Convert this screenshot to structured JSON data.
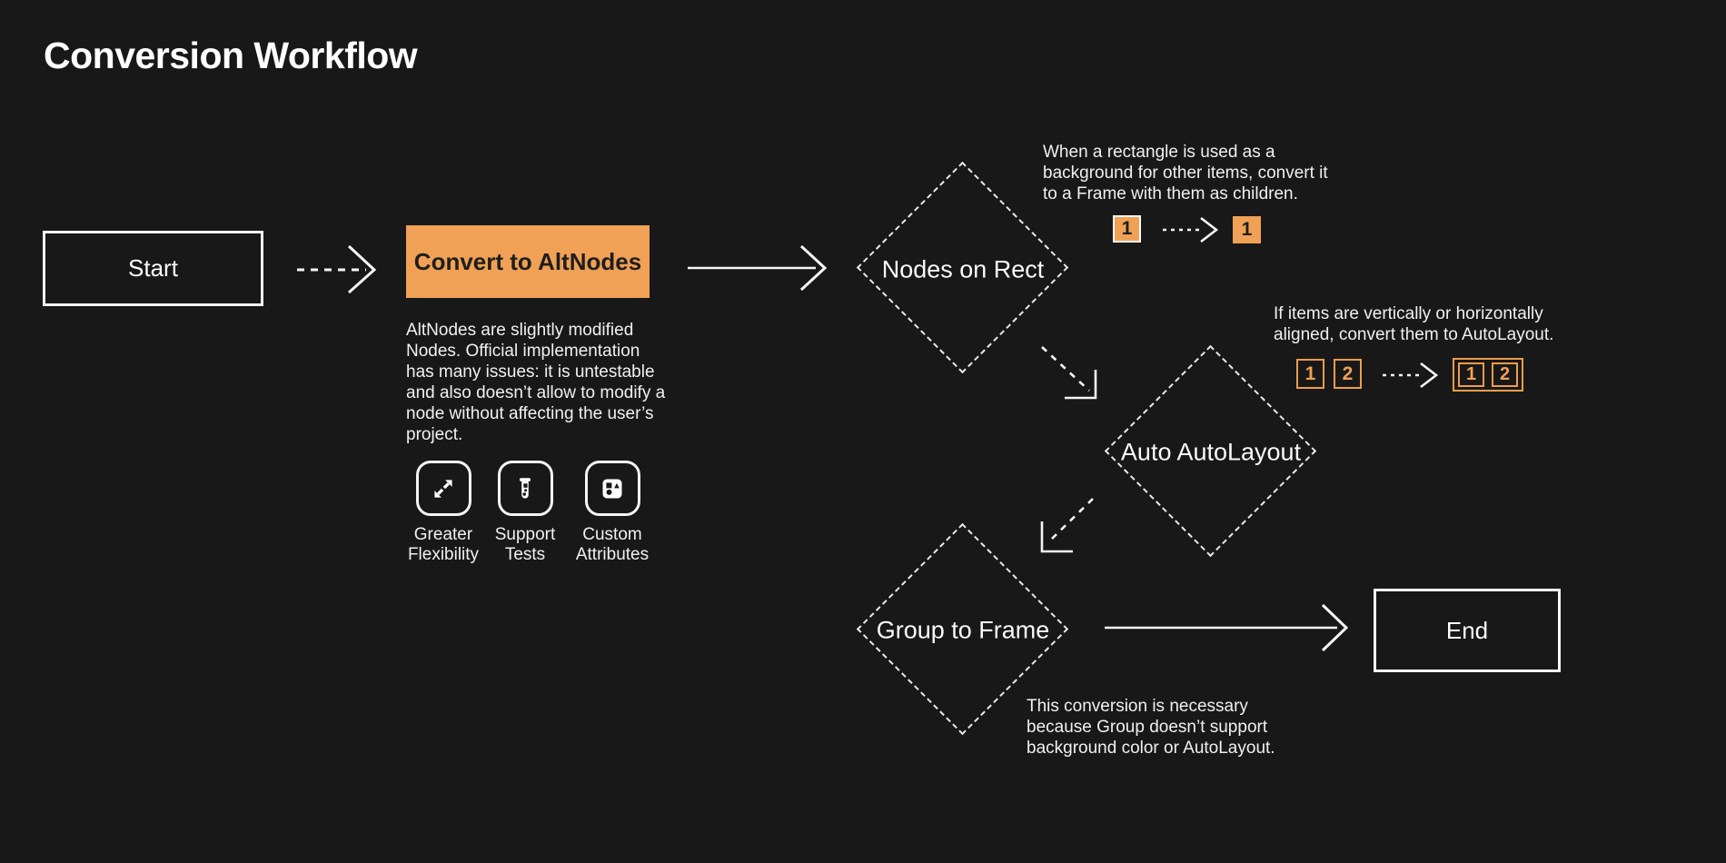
{
  "title": "Conversion Workflow",
  "colors": {
    "background": "#181818",
    "accent_orange": "#F0A155",
    "text": "#F0F0F0",
    "dark_text": "#1E1E1E"
  },
  "flow": {
    "start_label": "Start",
    "convert_label": "Convert to AltNodes",
    "convert_description": "AltNodes are slightly modified Nodes. Official implementation has many issues: it is untestable and also doesn’t allow to modify a node without affecting the user’s project.",
    "diamond_rect_label": "Nodes on Rect",
    "diamond_autolayout_label": "Auto AutoLayout",
    "diamond_group_label": "Group to Frame",
    "end_label": "End"
  },
  "features": [
    {
      "icon": "expand-icon",
      "label": "Greater Flexibility"
    },
    {
      "icon": "test-tube-icon",
      "label": "Support Tests"
    },
    {
      "icon": "shapes-icon",
      "label": "Custom Attributes"
    }
  ],
  "annotations": {
    "rect": {
      "text": "When a rectangle is used as a background for other items, convert it to a Frame with them as children.",
      "before": [
        "1"
      ],
      "after": [
        "1"
      ]
    },
    "autolayout": {
      "text": "If items are vertically or horizontally aligned, convert them to AutoLayout.",
      "before": [
        "1",
        "2"
      ],
      "after": [
        "1",
        "2"
      ]
    },
    "group": {
      "text": "This conversion is necessary because Group doesn’t support background color or AutoLayout."
    }
  }
}
